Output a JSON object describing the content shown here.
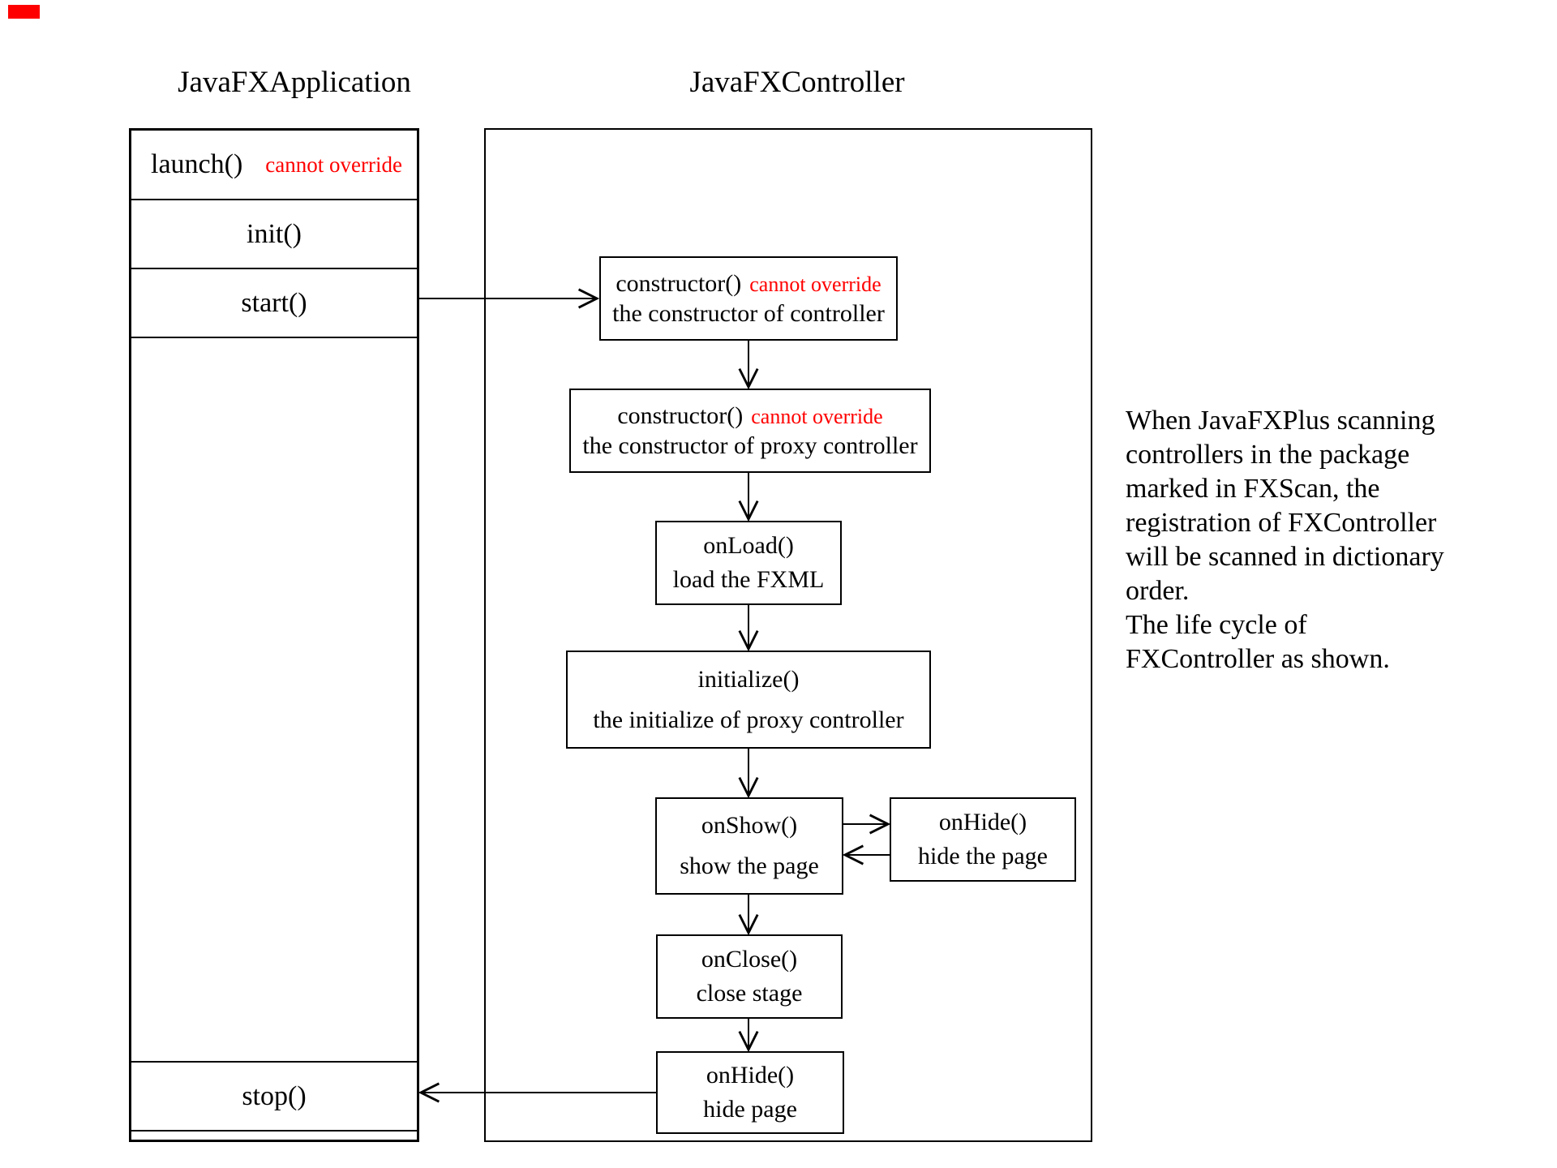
{
  "colors": {
    "background": "#ffffff",
    "text": "#000000",
    "accent_red": "#ff0000",
    "border": "#000000"
  },
  "corner_marker": {
    "color": "#ff0000"
  },
  "lanes": {
    "application_title": "JavaFXApplication",
    "controller_title": "JavaFXController"
  },
  "application": {
    "rows": [
      {
        "label": "launch()",
        "note": "cannot override"
      },
      {
        "label": "init()"
      },
      {
        "label": "start()"
      },
      {
        "label": "stop()"
      }
    ]
  },
  "flow": {
    "boxes": [
      {
        "title": "constructor()",
        "note": "cannot override",
        "subtitle": "the constructor of controller"
      },
      {
        "title": "constructor()",
        "note": "cannot override",
        "subtitle": "the constructor of proxy controller"
      },
      {
        "title": "onLoad()",
        "subtitle": "load the FXML"
      },
      {
        "title": "initialize()",
        "subtitle": "the initialize of proxy controller"
      },
      {
        "title": "onShow()",
        "subtitle": "show the page"
      },
      {
        "title": "onHide()",
        "subtitle": "hide the page"
      },
      {
        "title": "onClose()",
        "subtitle": "close stage"
      },
      {
        "title": "onHide()",
        "subtitle": "hide page"
      }
    ]
  },
  "annotation": {
    "text": "When JavaFXPlus scanning\ncontrollers in the package\nmarked in FXScan, the\nregistration of FXController\nwill be scanned in dictionary\norder.\nThe life cycle of\nFXController as shown."
  }
}
